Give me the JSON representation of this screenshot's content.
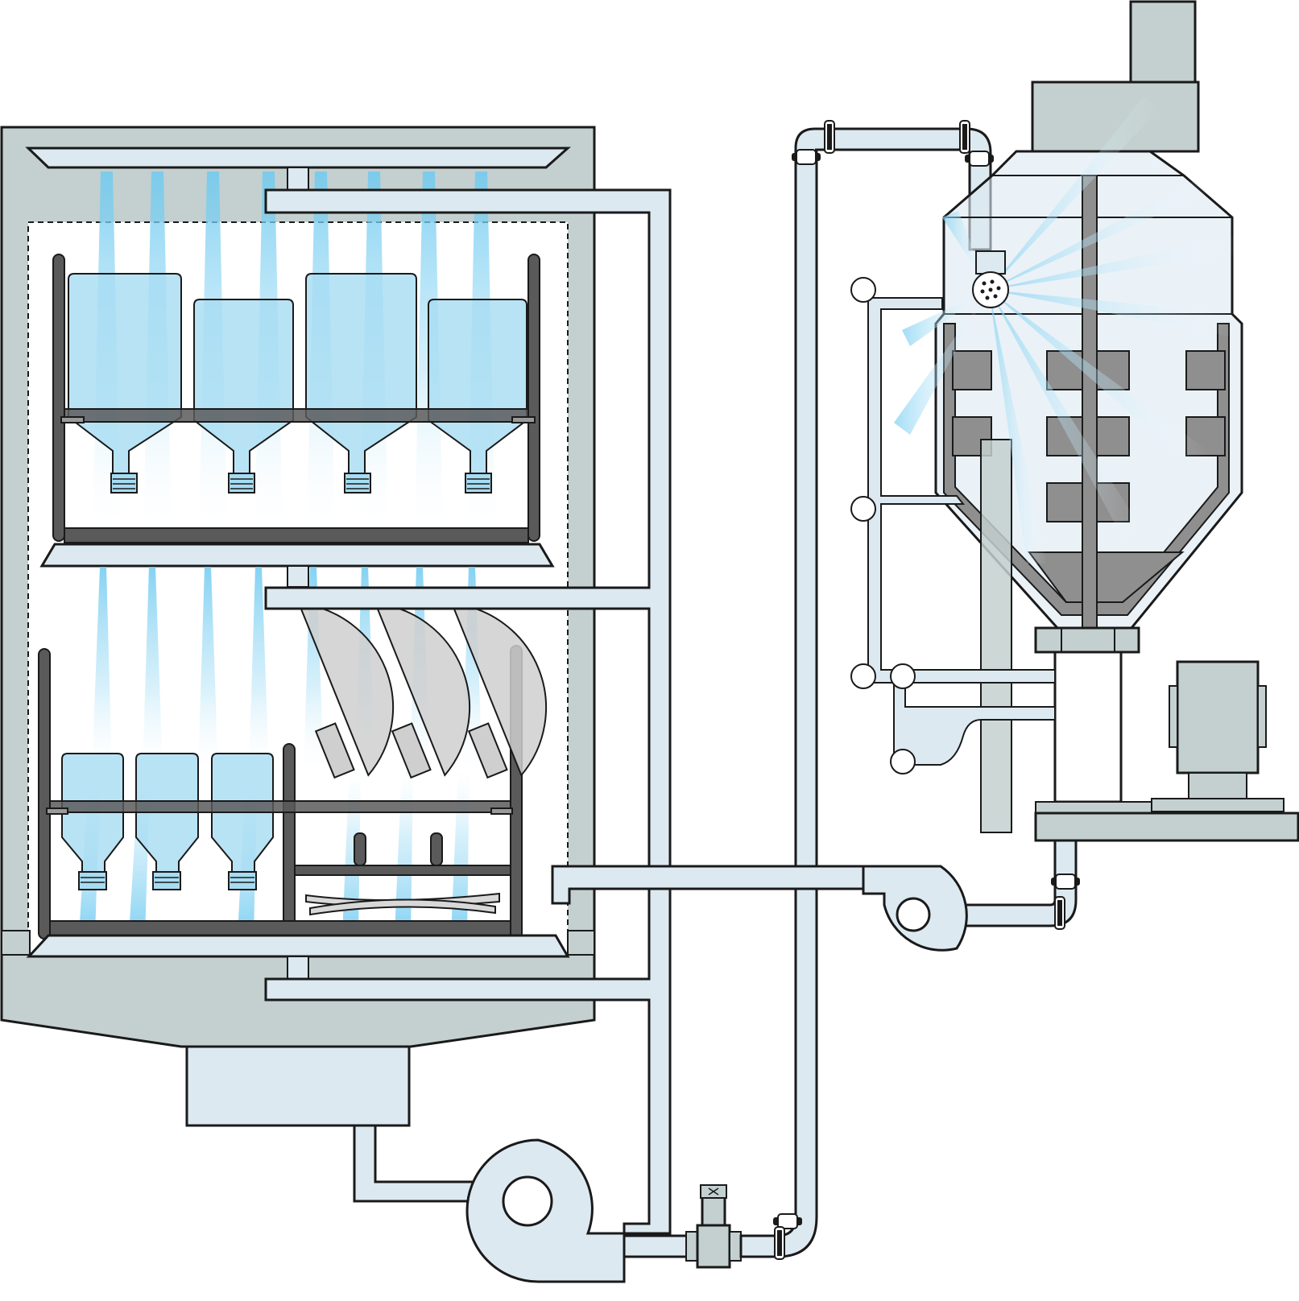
{
  "diagram": {
    "kind": "process-schematic",
    "components": [
      "washer-cabinet",
      "upper-spray-bar",
      "middle-spray-bar",
      "lower-spray-bar",
      "upper-rack",
      "lower-rack",
      "large-bottles",
      "small-bottles",
      "dish-covers",
      "utensils",
      "sump-tank",
      "recirculation-pump",
      "flow-meter",
      "cip-supply-line",
      "mixing-vessel",
      "spray-ball",
      "agitator",
      "drive-motor",
      "vessel-return-pump",
      "vessel-base-platform"
    ],
    "colors": {
      "cabinet": "#c3d0cf",
      "pipe": "#dce9f1",
      "bottle": "#a6dcf2",
      "spray": "#7fd0f2",
      "rack": "#5a5a5a",
      "vessel_internals": "#8f8f8f",
      "dish_cover": "#cfcfcf",
      "motor": "#c3d0cf"
    }
  }
}
